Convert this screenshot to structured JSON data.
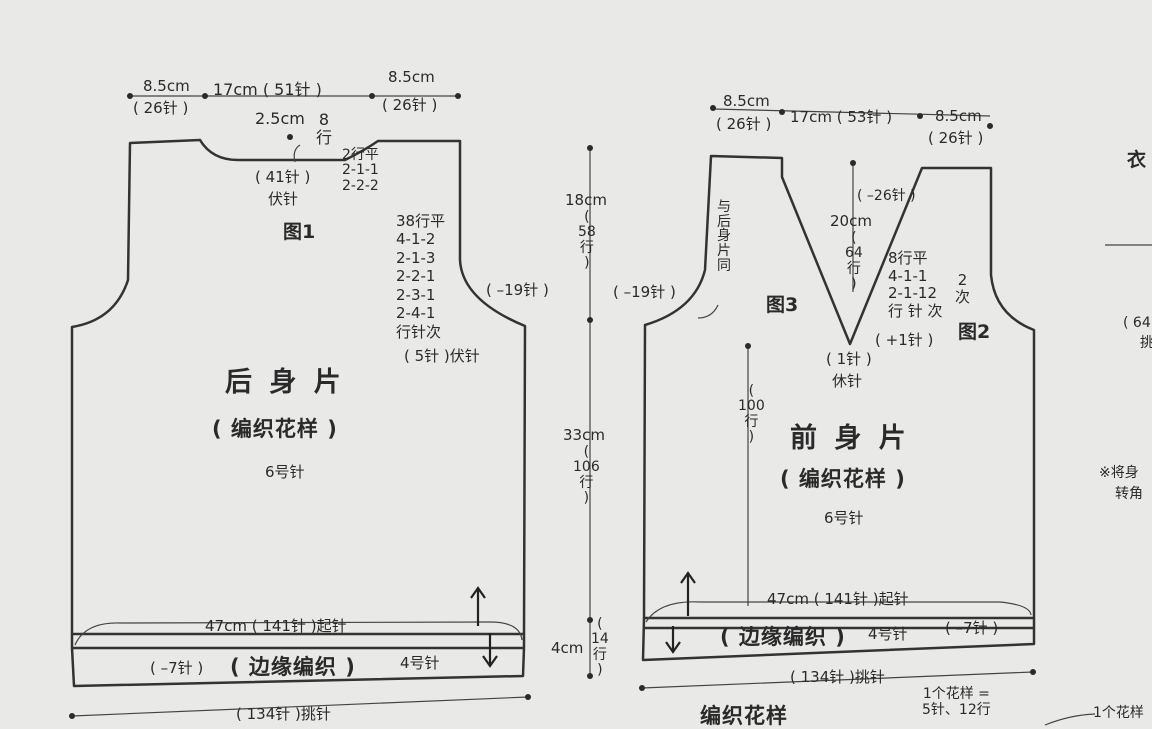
{
  "back": {
    "dims": {
      "left_cm": "8.5cm",
      "left_st": "( 26针 )",
      "center": "17cm ( 51针 )",
      "right_cm": "8.5cm",
      "right_st": "( 26针 )"
    },
    "neck_depth": "2.5cm",
    "neck_rows": "8\n行",
    "neck_bind": "( 41针 )",
    "neck_bind2": "伏针",
    "neck_dec": "2行平\n2-1-1\n2-2-2",
    "fig": "图1",
    "arm_dec": "38行平\n4-1-2\n2-1-3\n2-2-1\n2-3-1\n2-4-1\n行针次",
    "arm_bind": "( 5针 )伏针",
    "arm_count": "( –19针 )",
    "title": "后 身 片",
    "pattern": "( 编织花样 )",
    "needle": "6号针",
    "cast_on": "47cm ( 141针 )起针",
    "rib_dec": "( –7针 )",
    "rib": "( 边缘编织 )",
    "rib_needle": "4号针",
    "pickup": "( 134针 )挑针"
  },
  "middle": {
    "top": "18cm",
    "top_rows": "(\n58\n行\n)",
    "mid": "33cm",
    "mid_rows": "(\n106\n行\n)",
    "bot": "4cm",
    "bot_rows": "(\n14\n行\n)"
  },
  "front": {
    "dims": {
      "left_cm": "8.5cm",
      "left_st": "( 26针 )",
      "center": "17cm ( 53针 )",
      "right_cm": "8.5cm",
      "right_st": "( 26针 )"
    },
    "same_as_back": "与\n后\n身\n片\n同",
    "arm_count": "( –19针 )",
    "fig3": "图3",
    "v_count": "( –26针 )",
    "v_depth": "20cm",
    "v_rows": "(\n64\n行\n)",
    "v_dec": "8行平\n4-1-1\n2-1-12\n行 针 次",
    "repeat": "2\n次",
    "fig2": "图2",
    "center_st": "( 1针 )",
    "center_rest": "休针",
    "center_add": "( +1针 )",
    "rows": "(\n100\n行\n)",
    "title": "前 身 片",
    "pattern": "( 编织花样 )",
    "needle": "6号针",
    "cast_on": "47cm ( 141针 )起针",
    "rib": "( 边缘编织 )",
    "rib_needle": "4号针",
    "rib_dec": "( –7针 )",
    "pickup": "( 134针 )挑针"
  },
  "bottom": {
    "pattern_title": "编织花样",
    "repeat_note": "1个花样 =\n5针、12行",
    "repeat_note2": "1个花样"
  },
  "right_edge": {
    "a": "衣",
    "b": "( 64",
    "c": "挑",
    "d": "※将身",
    "e": "转角"
  }
}
